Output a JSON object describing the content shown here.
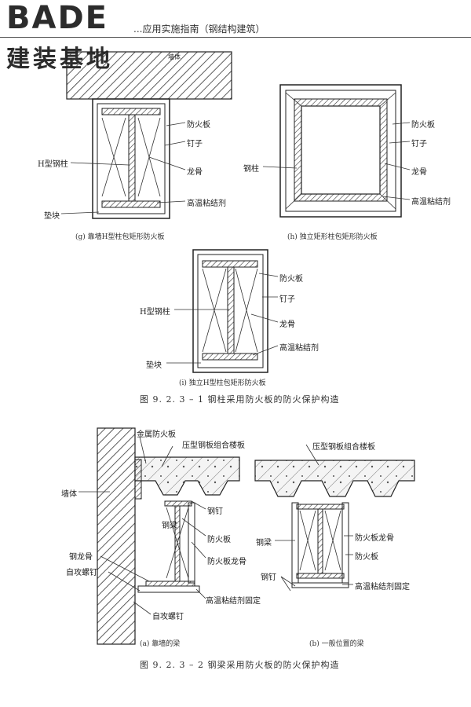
{
  "header": {
    "logo_text": "BADE",
    "logo_sub": "建装基地",
    "title": "...应用实施指南（钢结构建筑）"
  },
  "figure1": {
    "a": {
      "wall_label": "墙体",
      "labels": [
        "防火板",
        "钉子",
        "龙骨",
        "高温粘结剂"
      ],
      "left_labels": [
        "H型钢柱",
        "垫块"
      ],
      "caption": "(g) 靠墙H型柱包矩形防火板"
    },
    "b": {
      "labels": [
        "防火板",
        "钉子",
        "龙骨",
        "高温粘结剂"
      ],
      "left_label": "钢柱",
      "caption": "(h) 独立矩形柱包矩形防火板"
    },
    "c": {
      "labels": [
        "防火板",
        "钉子",
        "龙骨",
        "高温粘结剂"
      ],
      "left_labels": [
        "H型钢柱",
        "垫块"
      ],
      "caption": "(i) 独立H型柱包矩形防火板"
    },
    "title": "图 9. 2. 3 – 1    钢柱采用防火板的防火保护构造"
  },
  "figure2": {
    "a": {
      "labels": [
        "金属防火板",
        "压型钢板组合楼板",
        "墙体",
        "钢钉",
        "钢梁",
        "防火板",
        "防火板龙骨",
        "钢龙骨",
        "自攻螺钉",
        "高温粘结剂固定",
        "自攻螺钉"
      ],
      "caption": "(a) 靠墙的梁"
    },
    "b": {
      "labels": [
        "压型钢板组合楼板",
        "钢梁",
        "防火板龙骨",
        "防火板",
        "钢钉",
        "高温粘结剂固定"
      ],
      "caption": "(b) 一般位置的梁"
    },
    "title": "图 9. 2. 3 – 2    钢梁采用防火板的防火保护构造"
  }
}
